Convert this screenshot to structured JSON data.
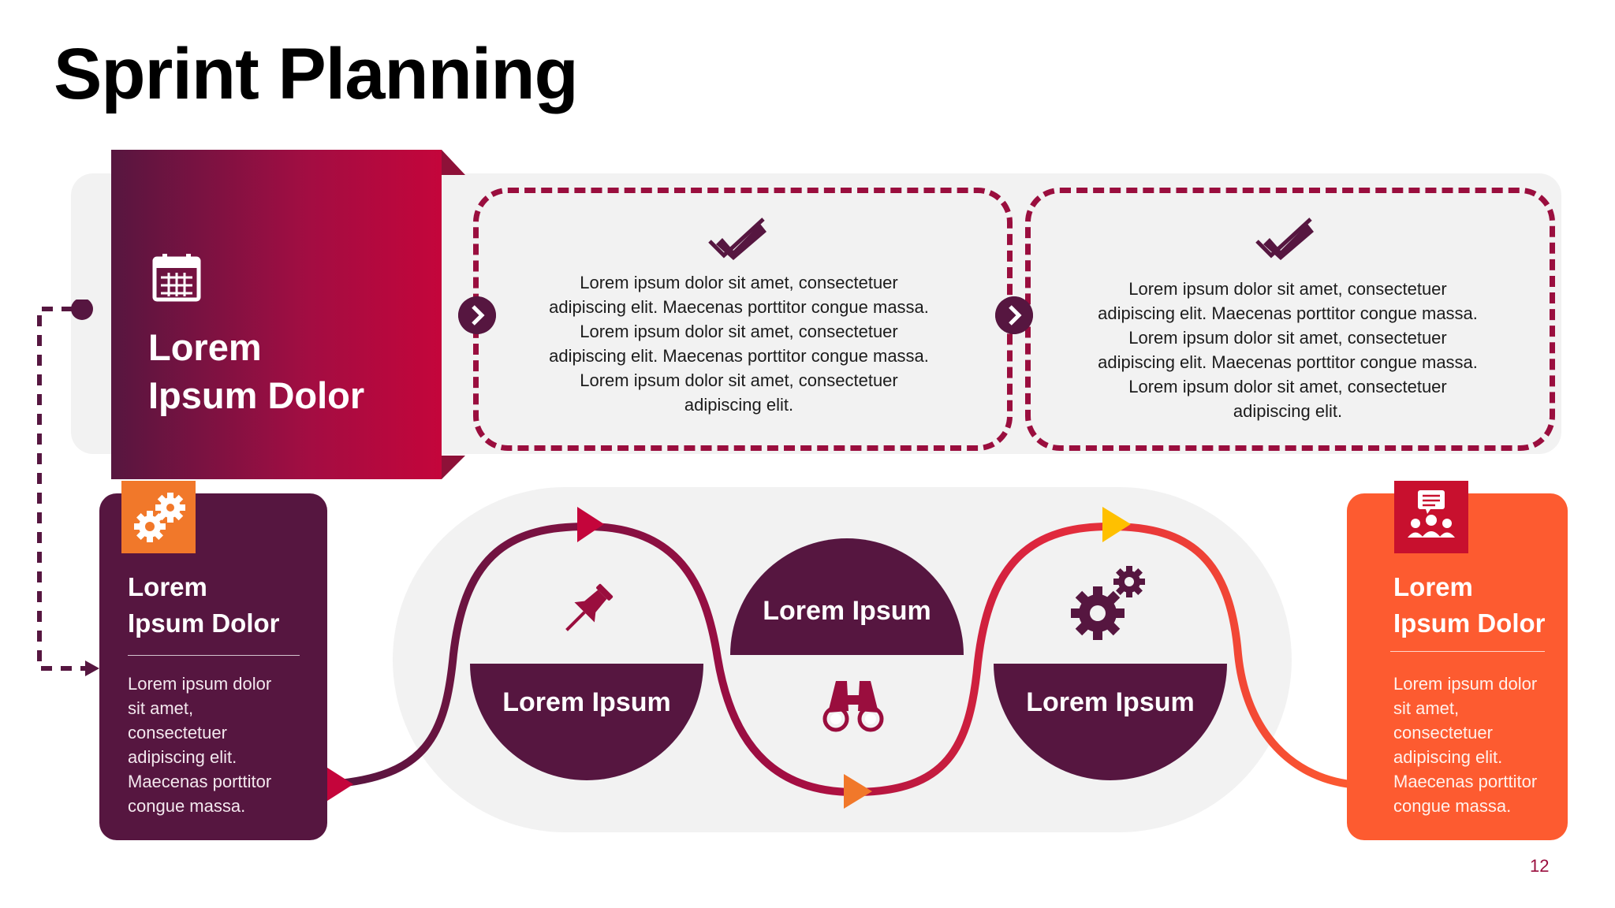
{
  "slide": {
    "title": "Sprint Planning",
    "page_number": "12"
  },
  "hero": {
    "title_lines": [
      "Lorem",
      "Ipsum Dolor"
    ],
    "icon": "calendar-icon"
  },
  "top_boxes": [
    {
      "icon": "double-check-icon",
      "lines": [
        "Lorem ipsum dolor sit amet, consectetuer",
        "adipiscing elit. Maecenas porttitor congue massa.",
        "Lorem ipsum dolor sit amet, consectetuer",
        "adipiscing elit. Maecenas porttitor congue massa.",
        "Lorem ipsum dolor sit amet, consectetuer",
        "adipiscing elit."
      ]
    },
    {
      "icon": "double-check-icon",
      "lines": [
        "Lorem ipsum dolor sit amet, consectetuer",
        "adipiscing elit. Maecenas porttitor congue massa.",
        "Lorem ipsum dolor sit amet, consectetuer",
        "adipiscing elit. Maecenas porttitor congue massa.",
        "Lorem ipsum dolor sit amet, consectetuer",
        "adipiscing elit."
      ]
    }
  ],
  "left_card": {
    "icon": "gears-icon",
    "title_lines": [
      "Lorem",
      "Ipsum Dolor"
    ],
    "body_lines": [
      "Lorem ipsum dolor",
      "sit amet,",
      "consectetuer",
      "adipiscing elit.",
      "Maecenas porttitor",
      "congue massa."
    ]
  },
  "right_card": {
    "icon": "team-chat-icon",
    "title_lines": [
      "Lorem",
      "Ipsum Dolor"
    ],
    "body_lines": [
      "Lorem ipsum dolor",
      "sit amet,",
      "consectetuer",
      "adipiscing elit.",
      "Maecenas porttitor",
      "congue massa."
    ]
  },
  "flow": [
    {
      "label": "Lorem Ipsum",
      "icon": "pushpin-icon"
    },
    {
      "label": "Lorem Ipsum",
      "icon": "binoculars-icon"
    },
    {
      "label": "Lorem Ipsum",
      "icon": "gears-icon"
    }
  ],
  "colors": {
    "plum": "#561640",
    "crimson": "#c4053b",
    "dash": "#9a0e3e",
    "orange_red": "#fd5b30",
    "orange": "#f1782a",
    "yellow": "#ffc000",
    "panel": "#f2f2f2"
  }
}
